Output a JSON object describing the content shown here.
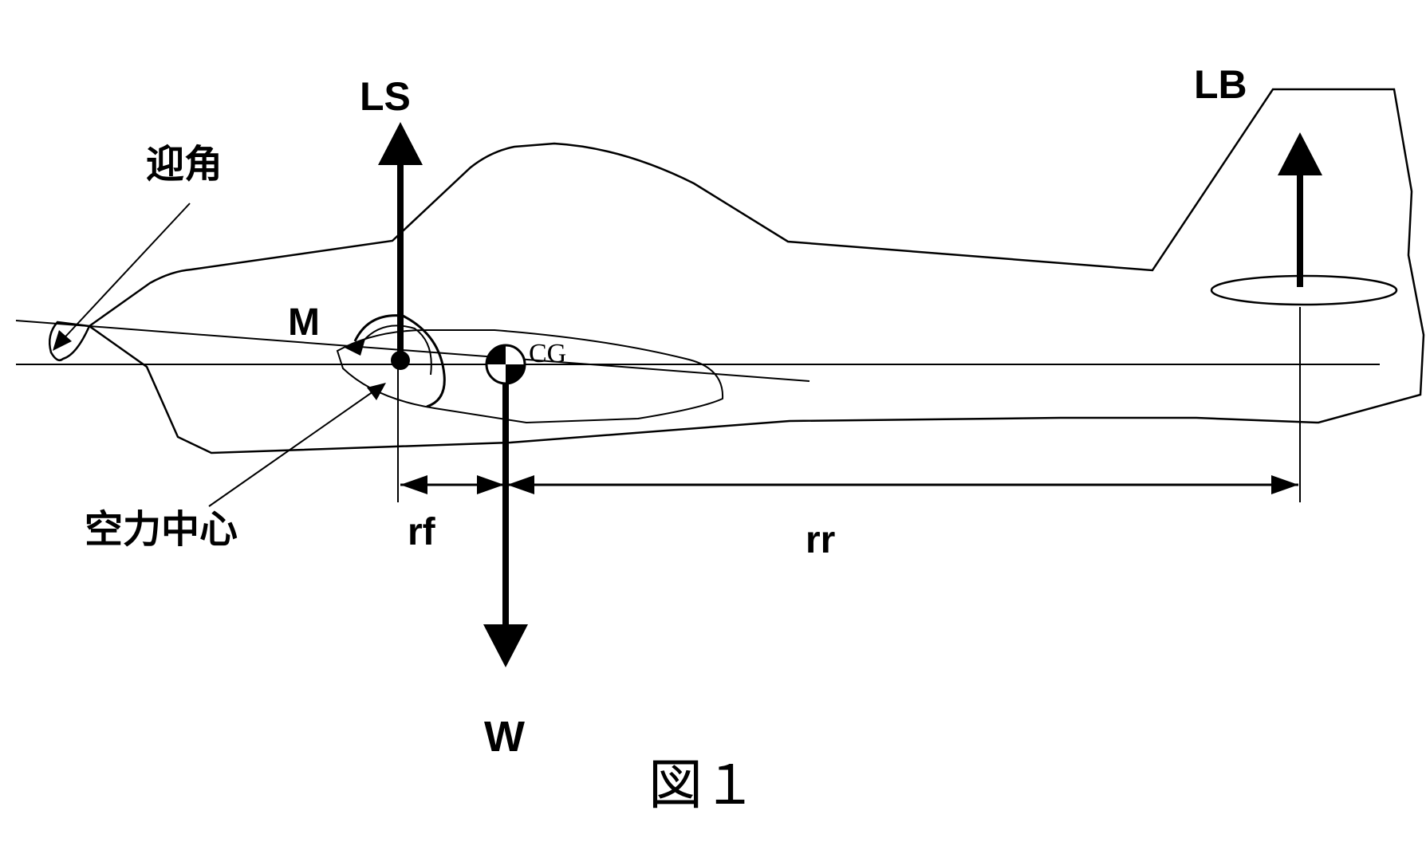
{
  "labels": {
    "lift_wing": "LS",
    "lift_tail": "LB",
    "angle_of_attack": "迎角",
    "moment": "M",
    "center_of_gravity": "CG",
    "aerodynamic_center": "空力中心",
    "distance_front": "rf",
    "distance_rear": "rr",
    "weight": "W"
  },
  "caption": "図１"
}
